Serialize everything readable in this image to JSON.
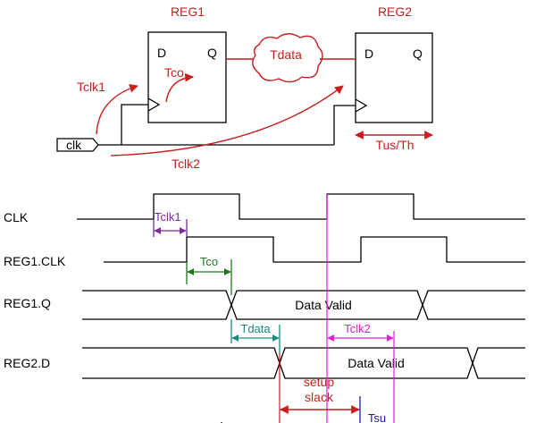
{
  "schematic": {
    "reg1_title": "REG1",
    "reg2_title": "REG2",
    "reg1_d": "D",
    "reg1_q": "Q",
    "reg2_d": "D",
    "reg2_q": "Q",
    "clk_label": "clk",
    "tdata_label": "Tdata",
    "tco_label": "Tco",
    "tclk1_label": "Tclk1",
    "tclk2_label": "Tclk2",
    "tus_th_label": "Tus/Th"
  },
  "waveforms": {
    "signals": [
      "CLK",
      "REG1.CLK",
      "REG1.Q",
      "REG2.D"
    ],
    "data_valid_1": "Data Valid",
    "data_valid_2": "Data Valid",
    "tclk1_label": "Tclk1",
    "tco_label": "Tco",
    "tdata_label": "Tdata",
    "tclk2_label": "Tclk2",
    "setup_slack_line1": "setup",
    "setup_slack_line2": "slack",
    "tsu_label": "Tsu"
  },
  "colors": {
    "red": "#c81e1e",
    "purple": "#7b2a9b",
    "green": "#1a7a1a",
    "teal": "#1a8a80",
    "magenta": "#e020d0",
    "blue": "#1a1aa0"
  }
}
